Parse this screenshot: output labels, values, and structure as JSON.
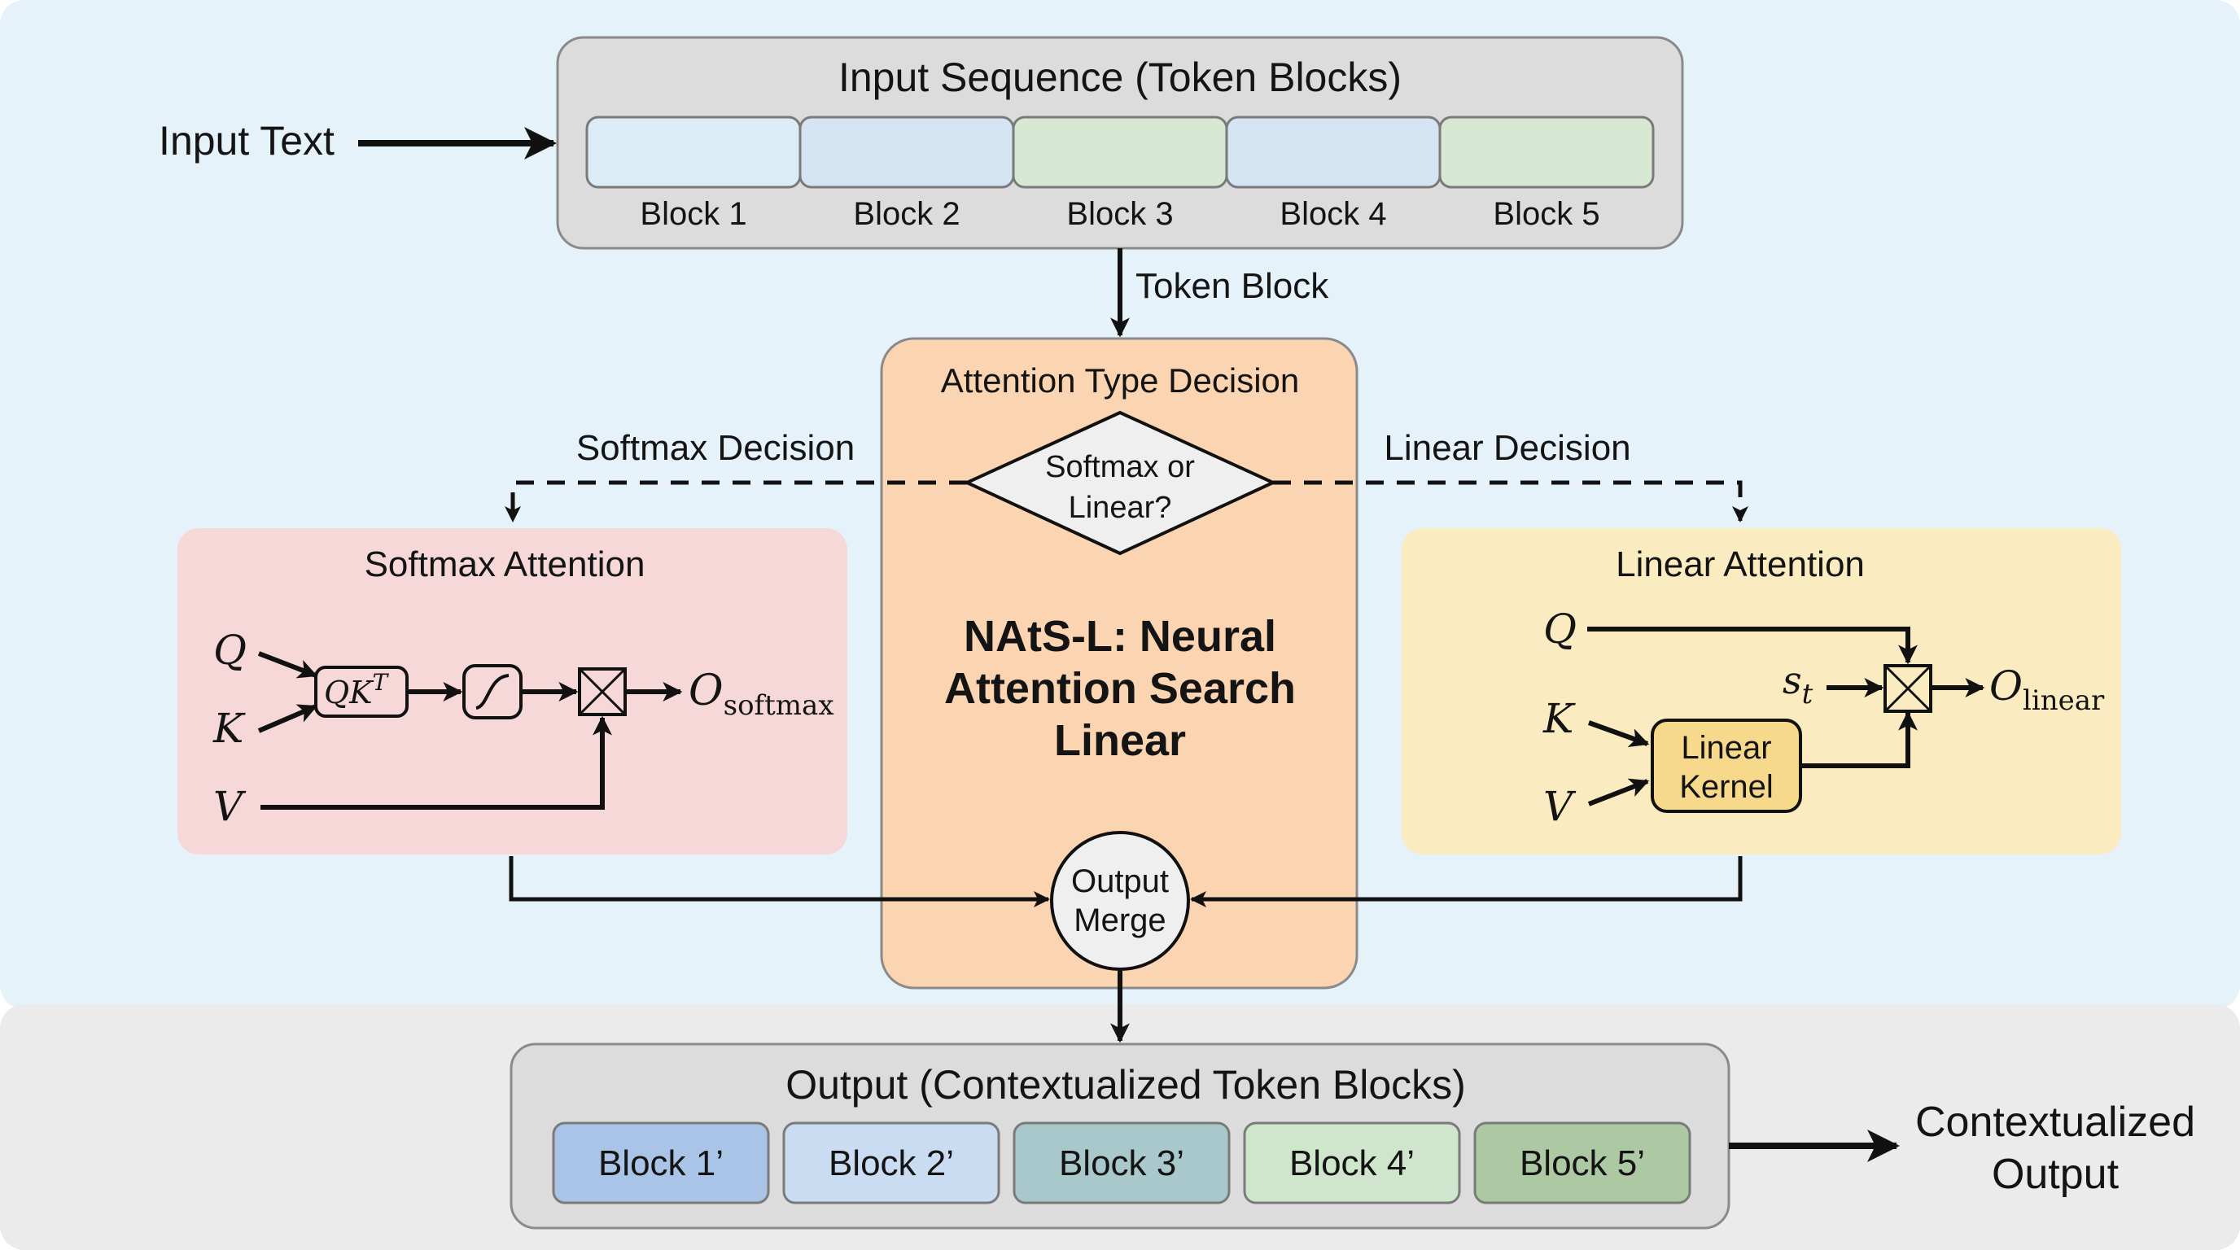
{
  "input": {
    "label": "Input Text",
    "title": "Input Sequence (Token Blocks)",
    "blocks": [
      {
        "label": "Block 1",
        "color": "#dcecf7"
      },
      {
        "label": "Block 2",
        "color": "#d5e4f3"
      },
      {
        "label": "Block 3",
        "color": "#d6e7d2"
      },
      {
        "label": "Block 4",
        "color": "#d5e4f3"
      },
      {
        "label": "Block 5",
        "color": "#d6e7d2"
      }
    ]
  },
  "token_block_label": "Token Block",
  "decision": {
    "title": "Attention Type Decision",
    "diamond_line1": "Softmax or",
    "diamond_line2": "Linear?",
    "softmax_label": "Softmax Decision",
    "linear_label": "Linear Decision",
    "model_line1": "NAtS-L: Neural",
    "model_line2": "Attention Search",
    "model_line3": "Linear"
  },
  "softmax": {
    "title": "Softmax Attention",
    "q": "Q",
    "k": "K",
    "v": "V",
    "qk_base": "QK",
    "qk_sup": "T",
    "out_base": "O",
    "out_sub": "softmax"
  },
  "linear": {
    "title": "Linear Attention",
    "q": "Q",
    "k": "K",
    "v": "V",
    "kernel_line1": "Linear",
    "kernel_line2": "Kernel",
    "s_base": "s",
    "s_sub": "t",
    "out_base": "O",
    "out_sub": "linear"
  },
  "merge": {
    "line1": "Output",
    "line2": "Merge"
  },
  "output": {
    "title": "Output (Contextualized Token Blocks)",
    "blocks": [
      {
        "label": "Block 1’",
        "color": "#a9c4e6"
      },
      {
        "label": "Block 2’",
        "color": "#c9dcf2"
      },
      {
        "label": "Block 3’",
        "color": "#a9c8cc"
      },
      {
        "label": "Block 4’",
        "color": "#cfe6cc"
      },
      {
        "label": "Block 5’",
        "color": "#acc9a4"
      }
    ],
    "result_line1": "Contextualized",
    "result_line2": "Output"
  },
  "colors": {
    "top_bg": "#e6f2fa",
    "bottom_bg": "#ebebeb",
    "container": "#dcdcdc",
    "center": "#fbd4b2",
    "softmax_panel": "#f6d8d9",
    "linear_panel": "#fbebc0",
    "kernel": "#f7d98b",
    "diamond": "#efefef"
  }
}
